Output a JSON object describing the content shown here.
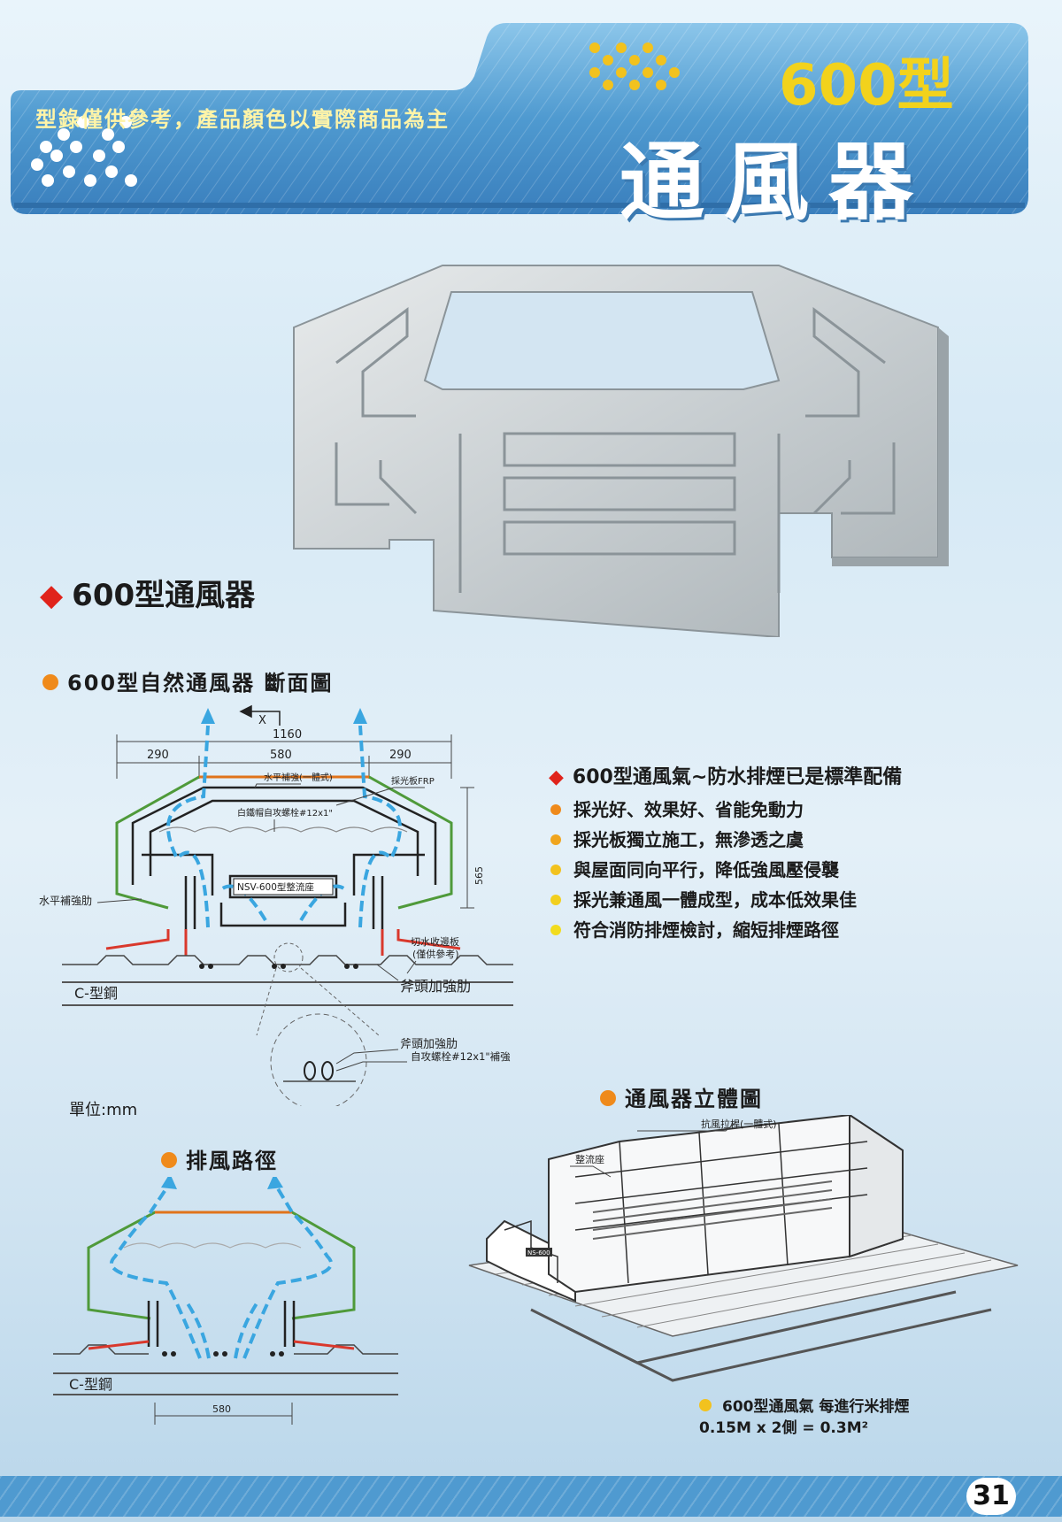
{
  "header": {
    "note": "型錄僅供參考，產品顏色以實際商品為主",
    "model": "600型",
    "product_name": "通風器"
  },
  "main_title": "600型通風器",
  "section_cross": {
    "title": "600型自然通風器 斷面圖",
    "section_marker": "X",
    "dim_total": "1160",
    "dim_left": "290",
    "dim_center": "580",
    "dim_right": "290",
    "dim_height": "565",
    "label_top_rib": "水平補強(一體式)",
    "label_frp": "採光板FRP",
    "label_screw": "白鐵帽自攻螺栓#12x1\"",
    "label_side_rib": "水平補強肋",
    "label_rectifier": "NSV-600型整流座",
    "label_flashing_1": "切水收邊板",
    "label_flashing_2": "(僅供參考)",
    "label_c_steel": "C-型鋼",
    "label_axe_rib": "斧頭加強肋",
    "detail_axe_rib": "斧頭加強肋",
    "detail_screw": "自攻螺栓#12x1\"補強"
  },
  "unit_label": "單位:mm",
  "features": {
    "title": "600型通風氣~防水排煙已是標準配備",
    "items": [
      {
        "text": "採光好、效果好、省能免動力",
        "color": "#ef8a1b"
      },
      {
        "text": "採光板獨立施工，無滲透之虞",
        "color": "#f0a51e"
      },
      {
        "text": "與屋面同向平行，降低強風壓侵襲",
        "color": "#f2c21e"
      },
      {
        "text": "採光兼通風一體成型，成本低效果佳",
        "color": "#f2cf1e"
      },
      {
        "text": "符合消防排煙檢討，縮短排煙路徑",
        "color": "#f2dc1e"
      }
    ]
  },
  "section_exhaust": {
    "title": "排風路徑",
    "label_c_steel": "C-型鋼",
    "dim_center": "580"
  },
  "section_3d": {
    "title": "通風器立體圖",
    "label_wind_rod": "抗風拉桿(一體式)",
    "label_rectifier": "整流座",
    "model_plate": "NS-600"
  },
  "smoke_note": {
    "line1": "600型通風氣 每進行米排煙",
    "line2": "0.15M x 2側 = 0.3M²"
  },
  "page_number": "31",
  "colors": {
    "banner_blue": "#4f9ad0",
    "accent_red": "#e0231b",
    "accent_orange": "#ef8a1b",
    "arrow_blue": "#3aa6e0",
    "outline_green": "#4f9a3a",
    "flashing_red": "#d9382c"
  }
}
